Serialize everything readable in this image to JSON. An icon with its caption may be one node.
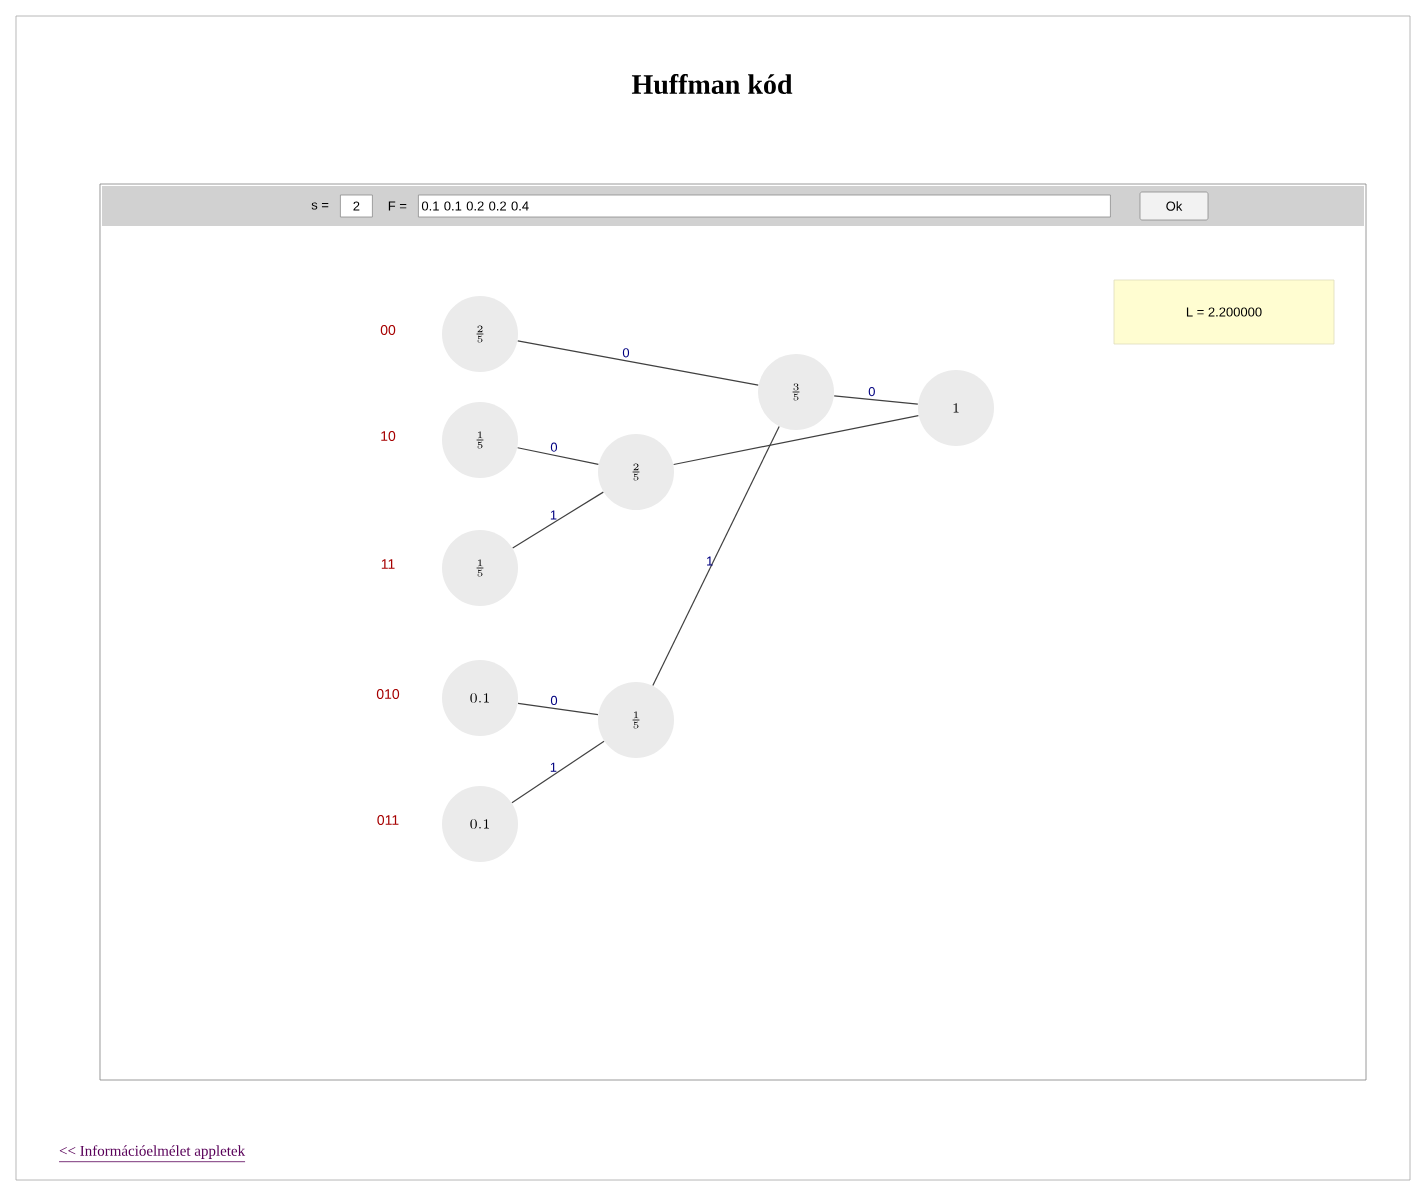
{
  "diagram": {
    "title": "Huffman kód",
    "nodes": [
      {
        "text": [
          "\\frac{2}{5}"
        ],
        "beside": [
          "00"
        ]
      },
      {
        "text": [
          "\\frac{3}{5}"
        ]
      },
      {
        "text": [
          "1"
        ]
      },
      {
        "text": [
          "\\frac{1}{5}"
        ],
        "beside": [
          "10"
        ]
      },
      {
        "text": [
          "\\frac{2}{5}"
        ]
      },
      {
        "text": [
          "\\frac{1}{5}"
        ],
        "beside": [
          "11"
        ]
      },
      {
        "text": [
          "0.1"
        ],
        "beside": [
          "010"
        ]
      },
      {
        "text": [
          "\\frac{1}{5}"
        ]
      },
      {
        "text": [
          "0.1"
        ],
        "beside": [
          "011"
        ]
      }
    ],
    "edges": [
      {
        "from": 0,
        "to": 1,
        "arrow": "none",
        "label": "0"
      },
      {
        "from": 1,
        "to": 2,
        "arrow": "none",
        "label": "0"
      },
      {
        "from": 3,
        "to": 4,
        "arrow": "none",
        "label": "0"
      },
      {
        "from": 5,
        "to": 4,
        "arrow": "none",
        "label": "1"
      },
      {
        "from": 4,
        "to": 2,
        "arrow": "none"
      },
      {
        "from": 6,
        "to": 7,
        "arrow": "none",
        "label": "0"
      },
      {
        "from": 8,
        "to": 7,
        "arrow": "none",
        "label": "1"
      },
      {
        "from": 7,
        "to": 1,
        "arrow": "none",
        "label": "1"
      }
    ],
    "labels": [
      "s =",
      "2",
      "F =",
      "0.1 0.1 0.2 0.2 0.4",
      "Ok",
      "L = 2.200000",
      "<< Információelmélet appletek"
    ]
  }
}
